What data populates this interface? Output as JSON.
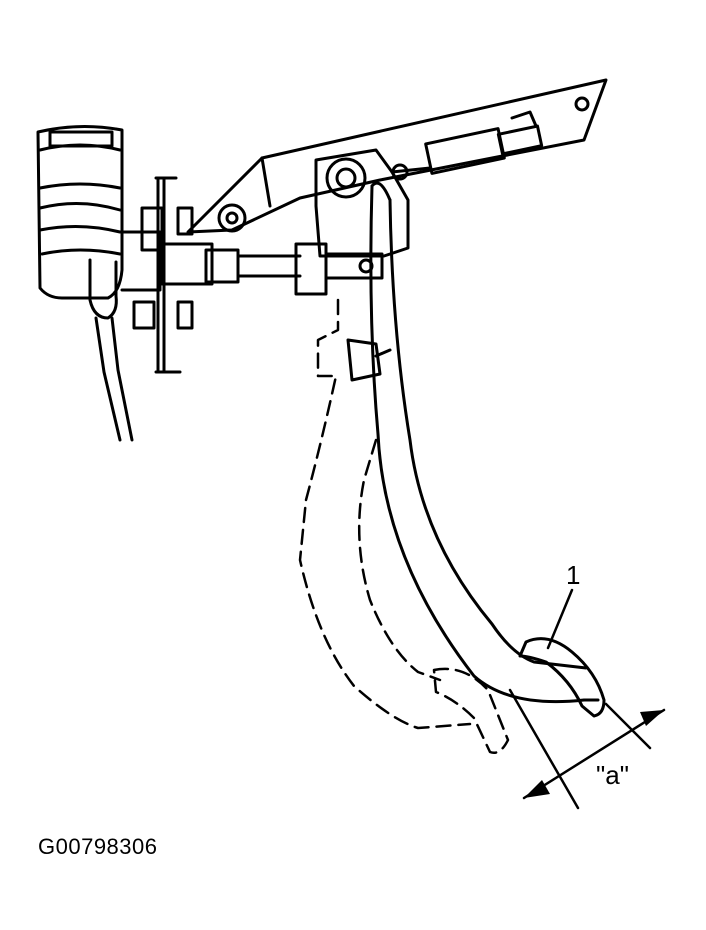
{
  "diagram": {
    "figure_id": "G00798306",
    "labels": {
      "callout_1": "1",
      "dimension_a": "\"a\""
    }
  }
}
